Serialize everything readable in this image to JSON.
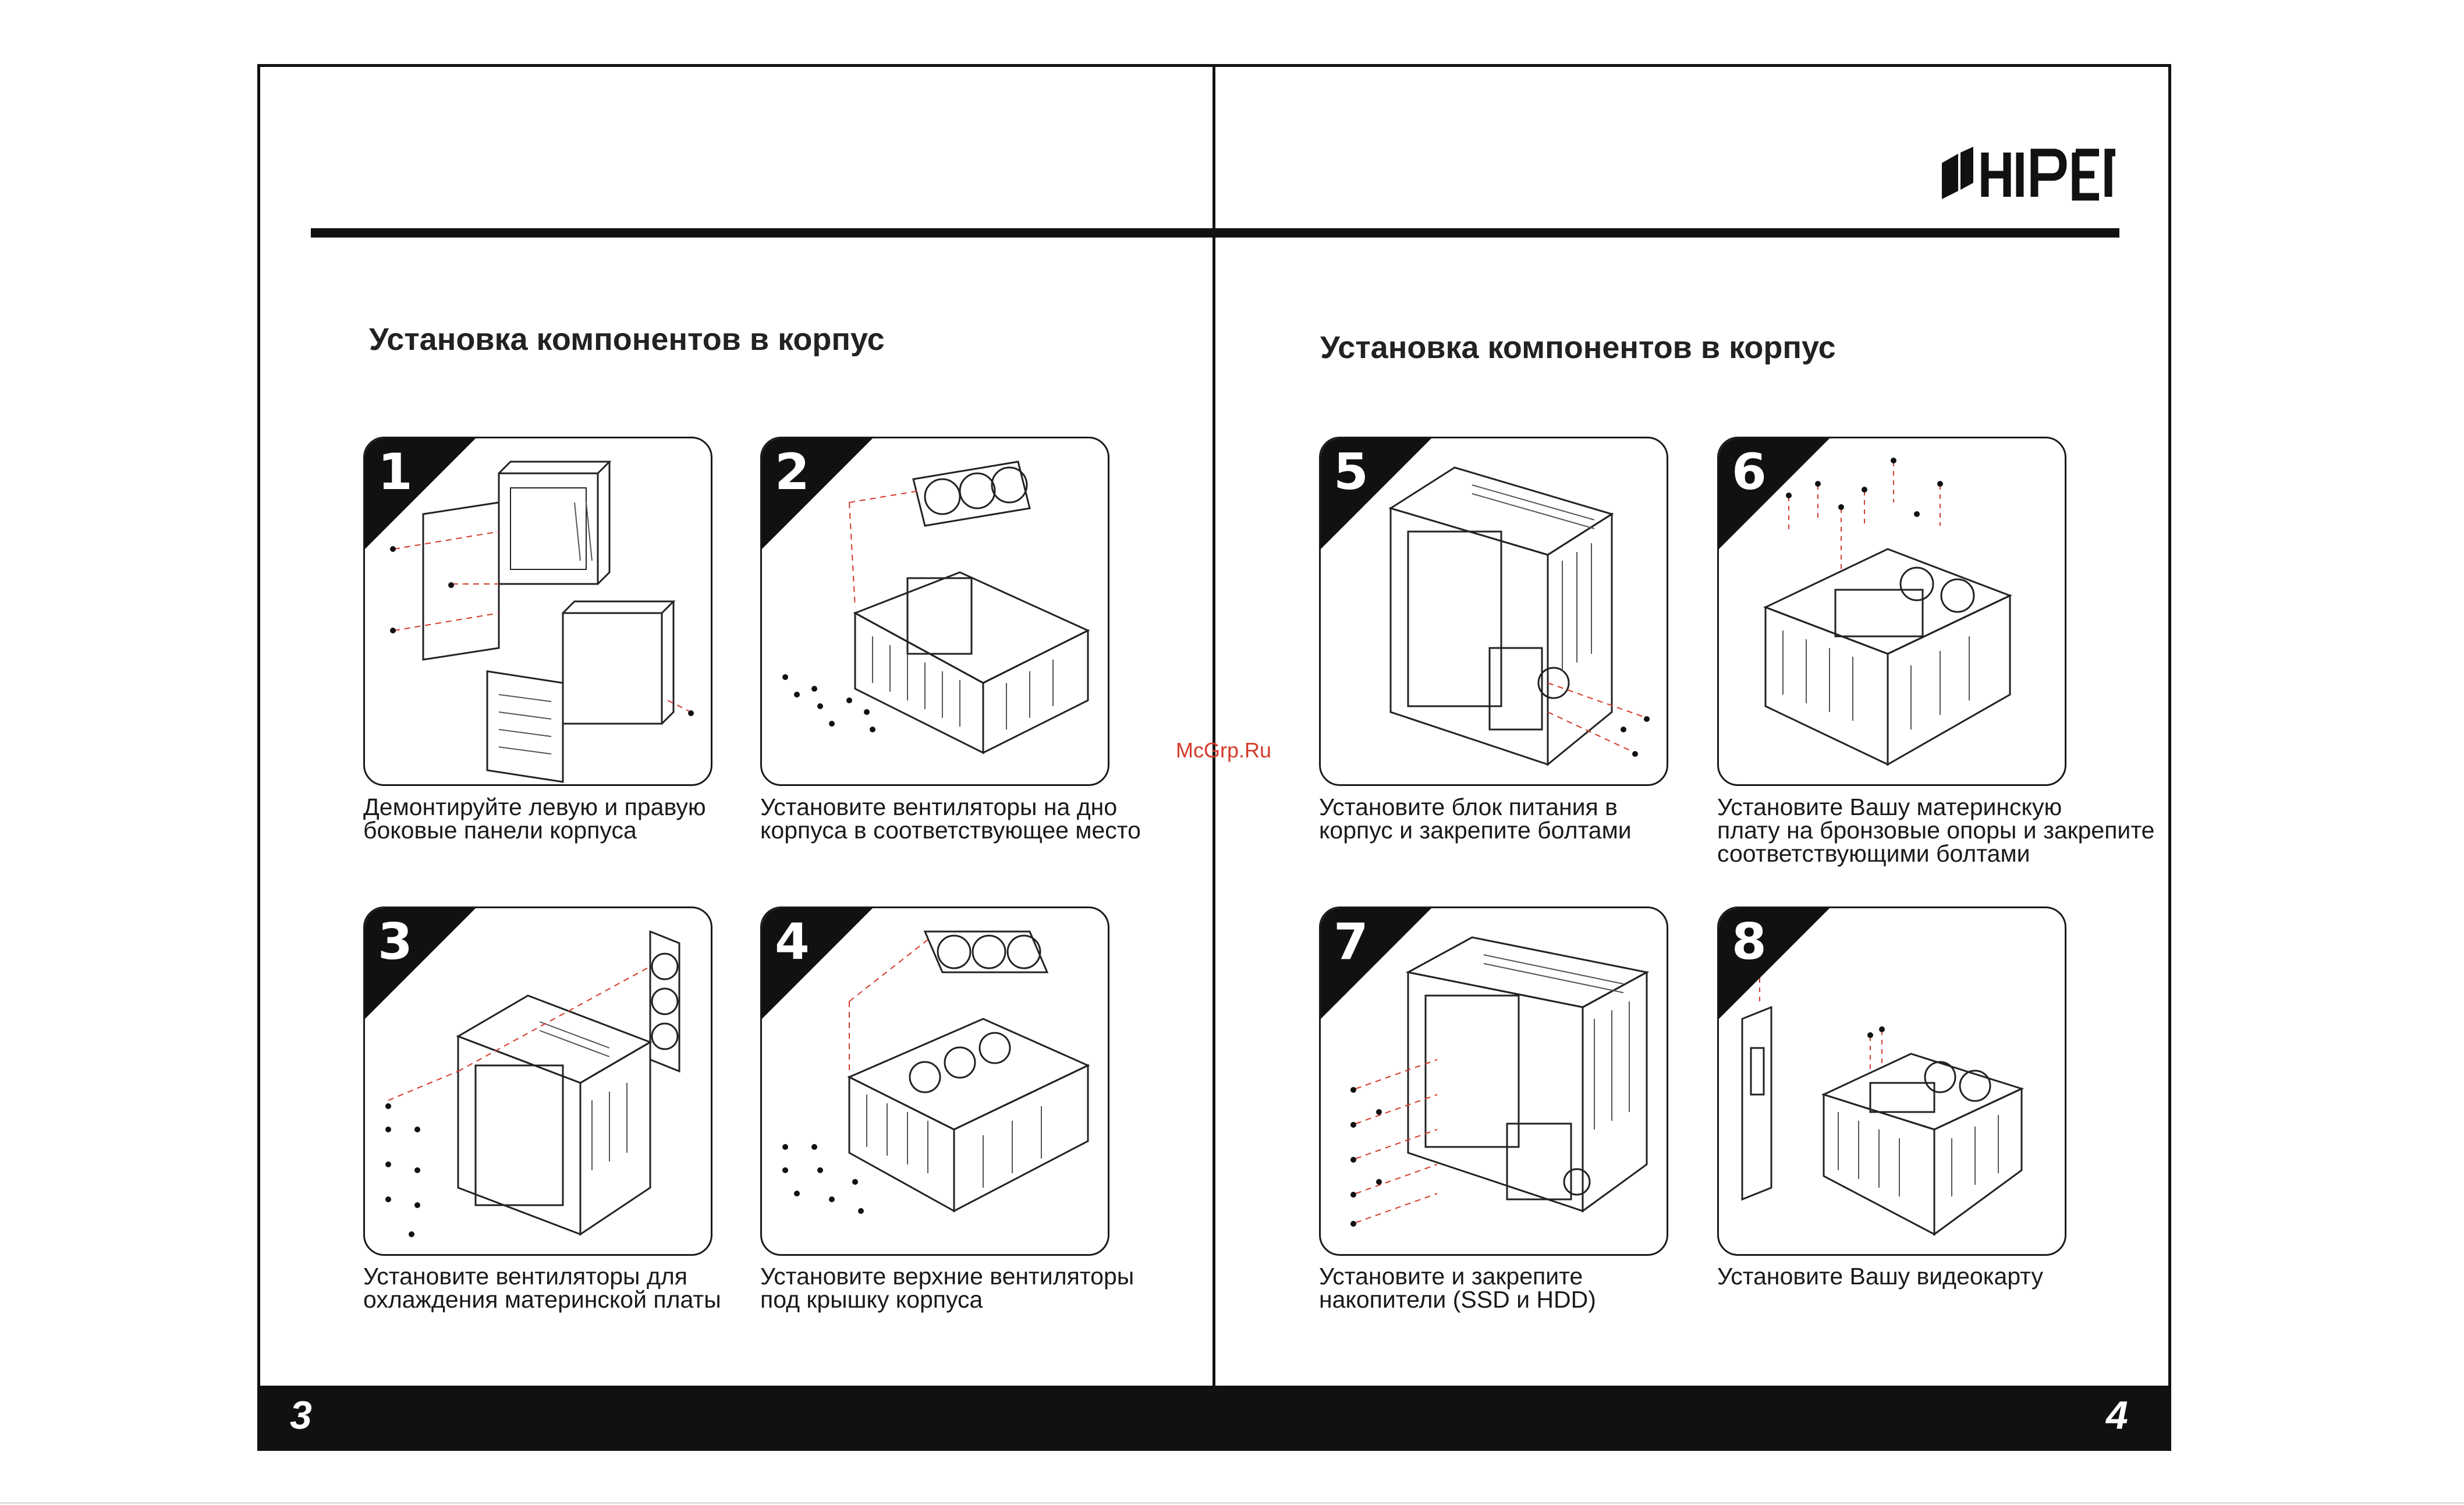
{
  "brand": {
    "logo_text": "HIPER"
  },
  "left_page": {
    "title": "Установка компонентов в корпус",
    "page_number": "3",
    "steps": [
      {
        "number": "1",
        "caption_lines": [
          "Демонтируйте левую и правую",
          "боковые панели корпуса"
        ]
      },
      {
        "number": "2",
        "caption_lines": [
          "Установите вентиляторы на дно",
          "корпуса в соответствующее место"
        ]
      },
      {
        "number": "3",
        "caption_lines": [
          "Установите вентиляторы для",
          "охлаждения материнской платы"
        ]
      },
      {
        "number": "4",
        "caption_lines": [
          "Установите верхние вентиляторы",
          "под крышку корпуса"
        ]
      }
    ]
  },
  "right_page": {
    "title": "Установка компонентов в корпус",
    "page_number": "4",
    "steps": [
      {
        "number": "5",
        "caption_lines": [
          "Установите блок питания в",
          "корпус и закрепите болтами"
        ]
      },
      {
        "number": "6",
        "caption_lines": [
          "Установите Вашу материнскую",
          "плату на бронзовые опоры и закрепите",
          "соответствующими болтами"
        ]
      },
      {
        "number": "7",
        "caption_lines": [
          "Установите и закрепите",
          "накопители (SSD и HDD)"
        ]
      },
      {
        "number": "8",
        "caption_lines": [
          "Установите Вашу видеокарту"
        ]
      }
    ]
  },
  "watermark": "McGrp.Ru",
  "colors": {
    "ink": "#111111",
    "accent_dash": "#d43a2a"
  }
}
